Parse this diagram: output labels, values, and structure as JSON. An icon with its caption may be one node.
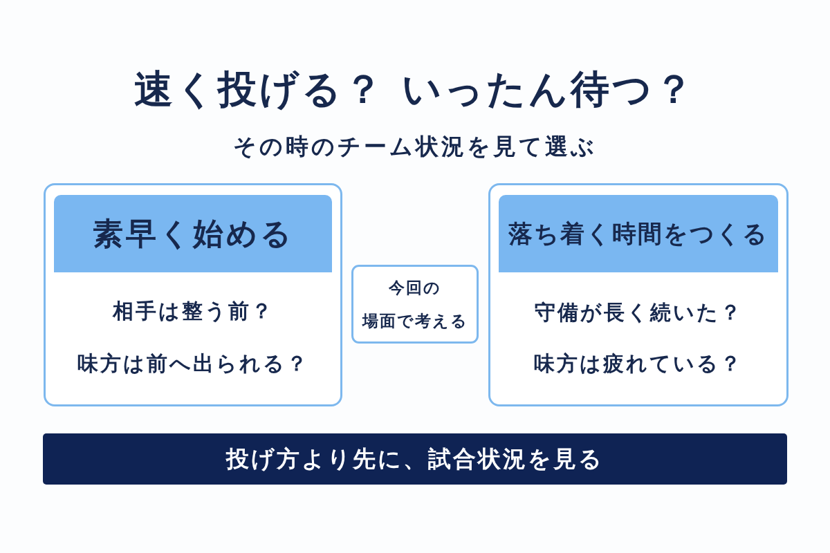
{
  "diagram": {
    "title": "速く投げる？ いったん待つ？",
    "nodes": [
      {
        "text": [
          "相手は整う前？",
          "味方は前へ出られる？"
        ]
      },
      {
        "text": [
          "素早く始める"
        ],
        "in": 0
      },
      {
        "text": [
          "今回の場面で考える"
        ]
      },
      {
        "text": [
          "守備が長く続いた？",
          "味方は疲れている？"
        ]
      },
      {
        "text": [
          "落ち着く時間をつくる"
        ],
        "in": 3
      },
      {
        "text": [
          "投げ方より先に、試合状況を見る"
        ]
      }
    ],
    "labels": [
      "その時のチーム状況を見て選ぶ"
    ]
  }
}
